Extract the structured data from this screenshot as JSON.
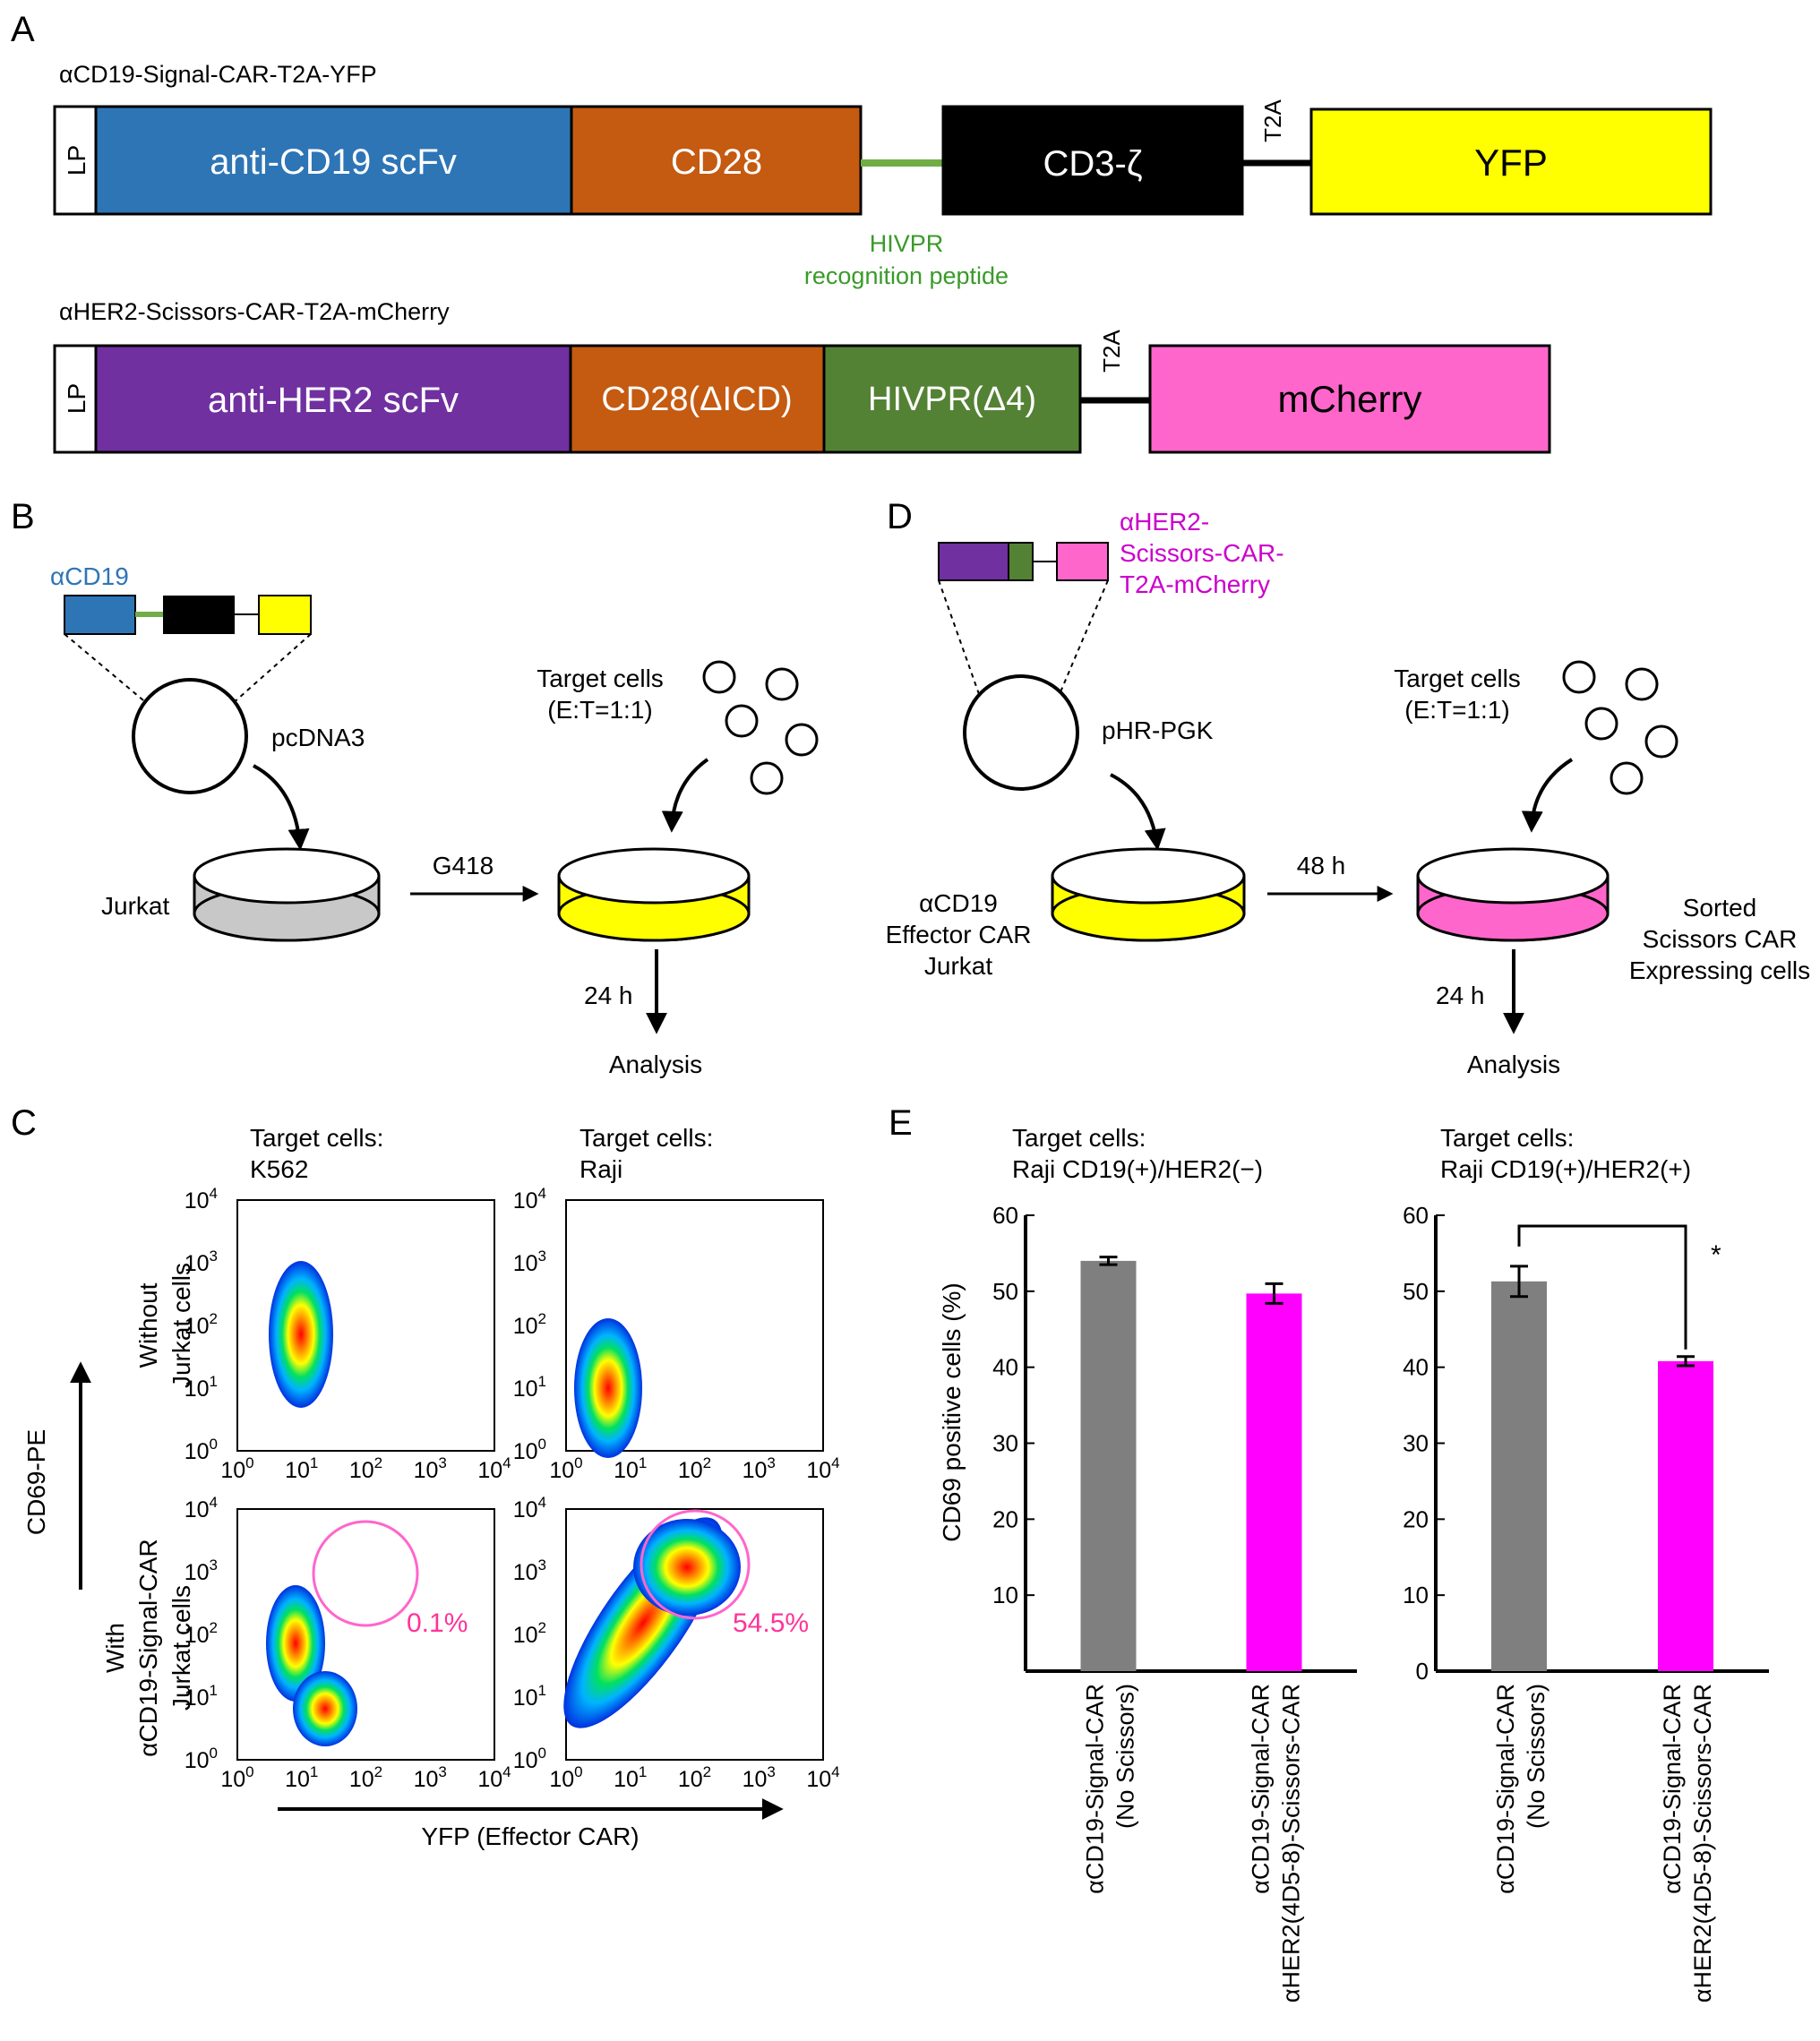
{
  "panels": {
    "a": "A",
    "b": "B",
    "c": "C",
    "d": "D",
    "e": "E"
  },
  "colors": {
    "scfv_cd19": "#2e75b6",
    "cd28": "#c55a11",
    "cd3z": "#000000",
    "yfp": "#ffff00",
    "scfv_her2": "#7030a0",
    "hivpr": "#548235",
    "mcherry": "#ff66cc",
    "linker_green": "#70ad47",
    "magenta": "#ff00ff",
    "gray_bar": "#7f7f7f",
    "label_blue": "#2e75b6",
    "label_purple": "#cc00cc",
    "pct_pink": "#ff3399"
  },
  "panel_a": {
    "construct1": {
      "title": "αCD19-Signal-CAR-T2A-YFP",
      "lp": "LP",
      "scfv": "anti-CD19 scFv",
      "cd28": "CD28",
      "cd3z": "CD3-ζ",
      "t2a": "T2A",
      "yfp": "YFP"
    },
    "hivpr_note": {
      "line1": "HIVPR",
      "line2": "recognition peptide"
    },
    "construct2": {
      "title": "αHER2-Scissors-CAR-T2A-mCherry",
      "lp": "LP",
      "scfv": "anti-HER2 scFv",
      "cd28": "CD28(ΔICD)",
      "hivpr": "HIVPR(Δ4)",
      "t2a": "T2A",
      "mcherry": "mCherry"
    }
  },
  "panel_b": {
    "plasmid_label": "αCD19",
    "vector": "pcDNA3",
    "cell": "Jurkat",
    "selection": "G418",
    "target_line1": "Target cells",
    "target_line2": "(E:T=1:1)",
    "time": "24 h",
    "analysis": "Analysis"
  },
  "panel_d": {
    "plasmid_line1": "αHER2-",
    "plasmid_line2": "Scissors-CAR-",
    "plasmid_line3": "T2A-mCherry",
    "vector": "pHR-PGK",
    "effector_line1": "αCD19",
    "effector_line2": "Effector CAR",
    "effector_line3": "Jurkat",
    "time1": "48 h",
    "target_line1": "Target cells",
    "target_line2": "(E:T=1:1)",
    "sorted_line1": "Sorted",
    "sorted_line2": "Scissors CAR",
    "sorted_line3": "Expressing cells",
    "time2": "24 h",
    "analysis": "Analysis"
  },
  "panel_c": {
    "col1_line1": "Target cells:",
    "col1_line2": "K562",
    "col2_line1": "Target cells:",
    "col2_line2": "Raji",
    "row1_line1": "Without",
    "row1_line2": "Jurkat cells",
    "row2_line1": "With",
    "row2_line2": "αCD19-Signal-CAR",
    "row2_line3": "Jurkat cells",
    "y_axis": "CD69-PE",
    "x_axis": "YFP (Effector CAR)",
    "gate_k562": "0.1%",
    "gate_raji": "54.5%",
    "tick_base": "10",
    "tick_exps": [
      "0",
      "1",
      "2",
      "3",
      "4"
    ]
  },
  "panel_e": {
    "ylabel": "CD69 positive cells (%)",
    "left_title_line1": "Target cells:",
    "left_title_line2": "Raji CD19(+)/HER2(−)",
    "right_title_line1": "Target cells:",
    "right_title_line2": "Raji CD19(+)/HER2(+)",
    "xlabels": [
      {
        "line1": "αCD19-Signal-CAR",
        "line2": "(No Scissors)"
      },
      {
        "line1": "αCD19-Signal-CAR",
        "line2": "αHER2(4D5-8)-Scissors-CAR"
      }
    ],
    "significance": "*"
  },
  "chart_data": [
    {
      "type": "bar",
      "title": "Target cells: Raji CD19(+)/HER2(−)",
      "ylabel": "CD69 positive cells (%)",
      "categories": [
        "αCD19-Signal-CAR (No Scissors)",
        "αCD19-Signal-CAR αHER2(4D5-8)-Scissors-CAR"
      ],
      "values": [
        54.0,
        49.7
      ],
      "errors": [
        0.5,
        1.3
      ],
      "ylim": [
        0,
        60
      ],
      "yticks": [
        10,
        20,
        30,
        40,
        50,
        60
      ],
      "colors": [
        "#7f7f7f",
        "#ff00ff"
      ]
    },
    {
      "type": "bar",
      "title": "Target cells: Raji CD19(+)/HER2(+)",
      "ylabel": "CD69 positive cells (%)",
      "categories": [
        "αCD19-Signal-CAR (No Scissors)",
        "αCD19-Signal-CAR αHER2(4D5-8)-Scissors-CAR"
      ],
      "values": [
        51.3,
        40.8
      ],
      "errors": [
        2.0,
        0.6
      ],
      "ylim": [
        0,
        60
      ],
      "yticks": [
        0,
        10,
        20,
        30,
        40,
        50,
        60
      ],
      "colors": [
        "#7f7f7f",
        "#ff00ff"
      ],
      "significance": "*"
    }
  ]
}
